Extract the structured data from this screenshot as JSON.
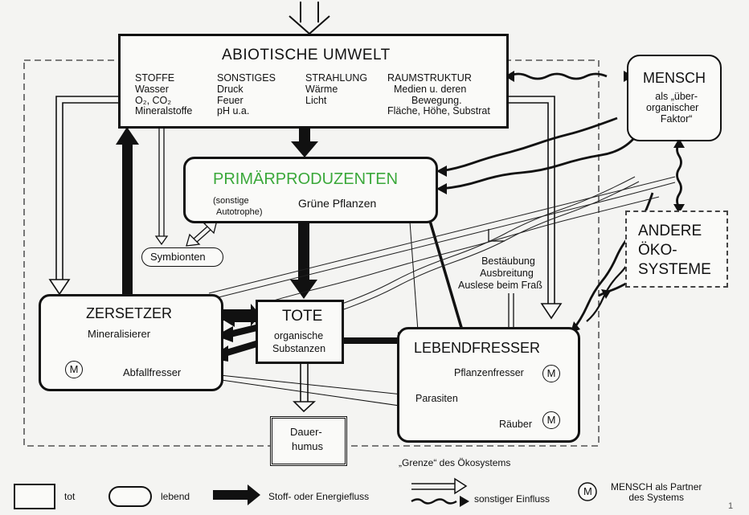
{
  "abiotic": {
    "title": "ABIOTISCHE UMWELT",
    "stoffe": [
      "STOFFE",
      "Wasser",
      "O₂, CO₂",
      "Mineralstoffe"
    ],
    "sonstiges": [
      "SONSTIGES",
      "Druck",
      "Feuer",
      "pH u.a."
    ],
    "strahlung": [
      "STRAHLUNG",
      "Wärme",
      "Licht"
    ],
    "raumstruktur": [
      "RAUMSTRUKTUR",
      "Medien u. deren",
      "Bewegung.",
      "Fläche, Höhe, Substrat"
    ]
  },
  "mensch": {
    "title": "MENSCH",
    "lines": [
      "als „über-",
      "organischer",
      "Faktor“"
    ]
  },
  "andere": {
    "lines": [
      "ANDERE",
      "ÖKO-",
      "SYSTEME"
    ]
  },
  "primaer": {
    "title": "PRIMÄRPRODUZENTEN",
    "title_color": "#3aa83a",
    "sub1": "(sonstige",
    "sub2": "Autotrophe)",
    "main": "Grüne Pflanzen"
  },
  "symbionten": {
    "label": "Symbionten"
  },
  "zersetzer": {
    "title": "ZERSETZER",
    "mineral": "Mineralisierer",
    "abfall": "Abfallfresser",
    "m": "M"
  },
  "tote": {
    "title": "TOTE",
    "l1": "organische",
    "l2": "Substanzen"
  },
  "lebend": {
    "title": "LEBENDFRESSER",
    "pflanzen": "Pflanzenfresser",
    "parasiten": "Parasiten",
    "raeuber": "Räuber",
    "m": "M"
  },
  "bestaeubung": [
    "Bestäubung",
    "Ausbreitung",
    "Auslese beim Fraß"
  ],
  "dauer": {
    "l1": "Dauer-",
    "l2": "humus"
  },
  "grenze": "„Grenze“ des Ökosystems",
  "legend": {
    "tot": "tot",
    "lebend": "lebend",
    "fluss": "Stoff- oder Energiefluss",
    "einfluss": "sonstiger Einfluss",
    "m": "M",
    "partner1": "MENSCH als Partner",
    "partner2": "des Systems"
  },
  "page_number": "1"
}
